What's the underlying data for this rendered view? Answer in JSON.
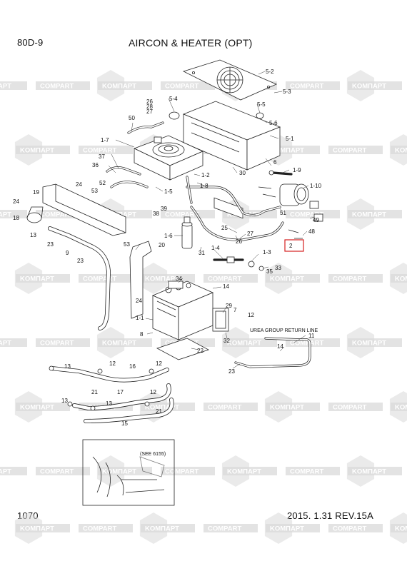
{
  "header": {
    "model": "80D-9",
    "title": "AIRCON & HEATER (OPT)"
  },
  "footer": {
    "page_number": "1070",
    "revision": "2015. 1.31  REV.15A"
  },
  "watermark": {
    "brand_a": "KOMПАРТ",
    "brand_b": "COMPART",
    "color": "#d9d9d9"
  },
  "notes": {
    "urea_return": "UREA GROUP RETURN LINE",
    "see_ref": "(SEE 6155)"
  },
  "highlight": {
    "part": "2",
    "color": "#d42020"
  },
  "callouts": [
    "5-2",
    "5-3",
    "5-4",
    "26",
    "28",
    "27",
    "50",
    "5-5",
    "5-6",
    "5-1",
    "1-7",
    "37",
    "36",
    "6",
    "1-9",
    "30",
    "1-2",
    "1-8",
    "24",
    "53",
    "52",
    "19",
    "1-5",
    "1-10",
    "24",
    "18",
    "38",
    "39",
    "51",
    "49",
    "25",
    "27",
    "48",
    "13",
    "1-6",
    "26",
    "2",
    "23",
    "53",
    "20",
    "31",
    "1-4",
    "1-3",
    "9",
    "23",
    "33",
    "35",
    "34",
    "14",
    "29",
    "7",
    "12",
    "24",
    "1-1",
    "8",
    "32",
    "22",
    "11",
    "14",
    "13",
    "12",
    "16",
    "12",
    "23",
    "13",
    "21",
    "17",
    "12",
    "13",
    "21",
    "15"
  ]
}
